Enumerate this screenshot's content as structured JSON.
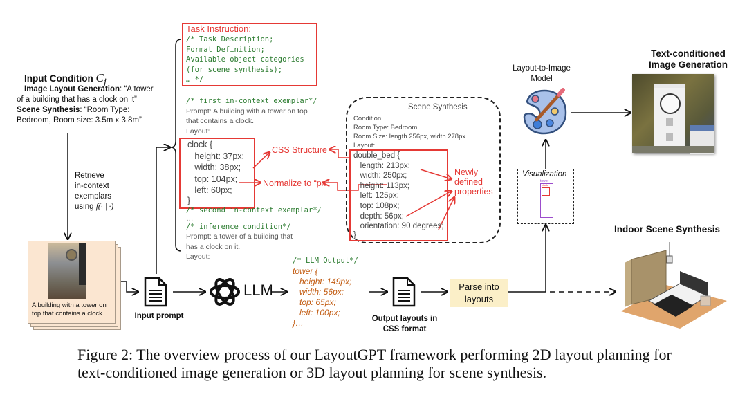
{
  "input_condition": {
    "title": "Input Condition",
    "symbol": "C",
    "subscript": "j",
    "image_layout_label": "Image Layout Generation",
    "image_layout_text": ": “A tower",
    "image_layout_text2": "of a building that has a clock on it”",
    "scene_label": "Scene Synthesis",
    "scene_text": ": “Room Type:",
    "scene_text2": "Bedroom, Room size: 3.5m x 3.8m”"
  },
  "retrieve": {
    "line1": "Retrieve",
    "line2": "in-context",
    "line3": "exemplars",
    "line4": "using",
    "func": "f(· | ·)"
  },
  "exemplar_card": {
    "caption": "A building with a tower on top that contains a clock"
  },
  "input_prompt_label": "Input prompt",
  "task_instruction": {
    "title": "Task Instruction:",
    "lines": [
      "/* Task Description;",
      "Format Definition;",
      "Available object categories",
      "(for scene synthesis);",
      "… */"
    ]
  },
  "first_exemplar": {
    "comment": "/* first in-context exemplar*/",
    "prompt1": "Prompt: A building with a tower on top",
    "prompt2": "that contains a clock.",
    "layout": "Layout:",
    "css_lines": [
      "clock {",
      "   height: 37px;",
      "   width: 38px;",
      "   top: 104px;",
      "   left: 60px;",
      "}"
    ]
  },
  "second_exemplar": {
    "comment": "/* second in-context exemplar*/",
    "ellipsis": "…"
  },
  "inference": {
    "comment": "/* inference condition*/",
    "prompt1": "Prompt: a tower of a building that",
    "prompt2": "has a clock on it.",
    "layout": "Layout:"
  },
  "annotations": {
    "css_structure": "CSS Structure",
    "normalize": "Normalize to “px”",
    "newly1": "Newly",
    "newly2": "defined",
    "newly3": "properties"
  },
  "scene_synthesis": {
    "title": "Scene Synthesis",
    "lines": [
      "Condition:",
      "Room Type: Bedroom",
      "Room Size: length 256px, width 278px",
      "Layout:"
    ],
    "css_lines": [
      "double_bed {",
      "   length: 213px;",
      "   width: 250px;",
      "   height: 113px;",
      "   left: 125px;",
      "   top: 108px;",
      "   depth: 56px;",
      "   orientation: 90 degrees;",
      "}"
    ]
  },
  "llm": {
    "label": "LLM",
    "output_comment": "/* LLM Output*/",
    "output_lines": [
      "tower {",
      "   height: 149px;",
      "   width: 56px;",
      "   top: 65px;",
      "   left: 100px;",
      "}…"
    ]
  },
  "output_label1": "Output layouts in",
  "output_label2": "CSS format",
  "parse": {
    "line1": "Parse into",
    "line2": "layouts"
  },
  "layout_to_image": {
    "line1": "Layout-to-Image",
    "line2": "Model"
  },
  "visualization": {
    "label": "Visualization",
    "tower_tag": "tower",
    "clock_tag": "clock"
  },
  "text_conditioned": {
    "line1": "Text-conditioned",
    "line2": "Image Generation"
  },
  "indoor_scene": "Indoor Scene Synthesis",
  "caption": {
    "line1": "Figure 2: The overview process of our LayoutGPT framework performing 2D layout planning for",
    "line2": "text-conditioned image generation or 3D layout planning for scene synthesis."
  },
  "colors": {
    "red": "#e53935",
    "green": "#2e7d32",
    "orange": "#c25c12",
    "card": "#fbe6d1",
    "parse": "#fbefc8",
    "purple": "#9c4dcc"
  }
}
